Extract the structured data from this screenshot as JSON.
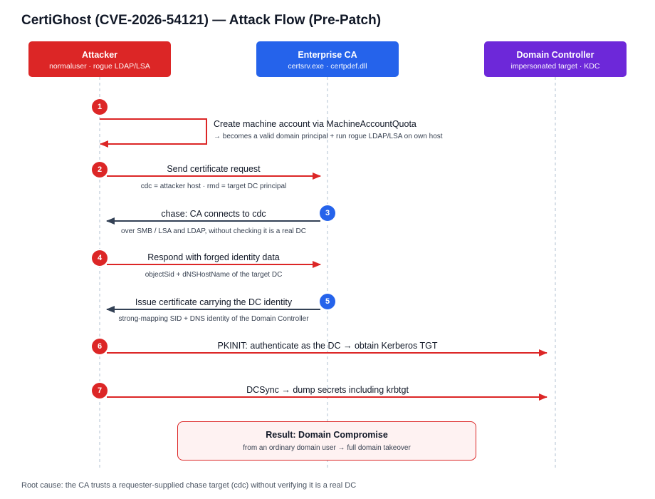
{
  "title": "CertiGhost (CVE-2026-54121) — Attack Flow (Pre-Patch)",
  "actors": [
    {
      "name": "Attacker",
      "sub": "normaluser · rogue LDAP/LSA",
      "color": "#dc2626"
    },
    {
      "name": "Enterprise CA",
      "sub": "certsrv.exe · certpdef.dll",
      "color": "#2563eb"
    },
    {
      "name": "Domain Controller",
      "sub": "impersonated target · KDC",
      "color": "#6d28d9"
    }
  ],
  "steps": [
    {
      "num": "1",
      "label": "Create machine account via MachineAccountQuota",
      "sub": "→ becomes a valid domain principal + run rogue LDAP/LSA on own host",
      "from": "Attacker",
      "to": "Attacker"
    },
    {
      "num": "2",
      "label": "Send certificate request",
      "sub": "cdc = attacker host · rmd = target DC principal",
      "from": "Attacker",
      "to": "Enterprise CA"
    },
    {
      "num": "3",
      "label": "chase: CA connects to cdc",
      "sub": "over SMB / LSA and LDAP, without checking it is a real DC",
      "from": "Enterprise CA",
      "to": "Attacker"
    },
    {
      "num": "4",
      "label": "Respond with forged identity data",
      "sub": "objectSid + dNSHostName of the target DC",
      "from": "Attacker",
      "to": "Enterprise CA"
    },
    {
      "num": "5",
      "label": "Issue certificate carrying the DC identity",
      "sub": "strong-mapping SID + DNS identity of the Domain Controller",
      "from": "Enterprise CA",
      "to": "Attacker"
    },
    {
      "num": "6",
      "label": "PKINIT: authenticate as the DC → obtain Kerberos TGT",
      "sub": "",
      "from": "Attacker",
      "to": "Domain Controller"
    },
    {
      "num": "7",
      "label": "DCSync → dump secrets including krbtgt",
      "sub": "",
      "from": "Attacker",
      "to": "Domain Controller"
    }
  ],
  "result": {
    "title": "Result: Domain Compromise",
    "sub": "from an ordinary domain user → full domain takeover"
  },
  "footer": "Root cause: the CA trusts a requester-supplied chase target (cdc) without verifying it is a real DC",
  "colors": {
    "attack": "#dc2626",
    "response": "#334155",
    "lifeline": "#cbd5e1"
  }
}
